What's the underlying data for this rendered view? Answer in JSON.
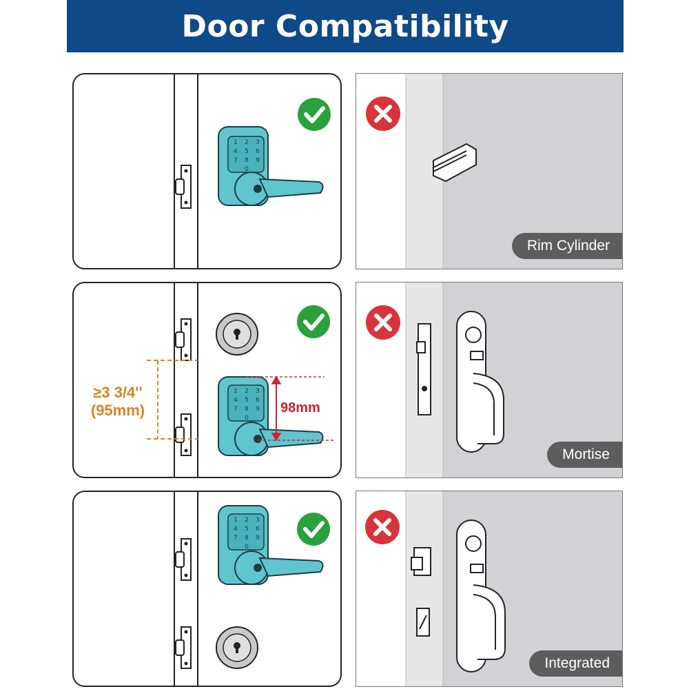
{
  "title": "Door Compatibility",
  "keypad_digits": [
    "1",
    "2",
    "3",
    "4",
    "5",
    "6",
    "7",
    "8",
    "9",
    "0"
  ],
  "compatible": [
    {
      "id": "single-lever",
      "status": "check"
    },
    {
      "id": "lever-with-deadbolt-above",
      "status": "check",
      "spacing_label": "≥3 3/4''",
      "spacing_metric": "(95mm)",
      "height_label": "98mm"
    },
    {
      "id": "lever-with-deadbolt-below",
      "status": "check"
    }
  ],
  "incompatible": [
    {
      "label": "Rim Cylinder",
      "status": "cross"
    },
    {
      "label": "Mortise",
      "status": "cross"
    },
    {
      "label": "Integrated",
      "status": "cross"
    }
  ],
  "colors": {
    "banner": "#0e4a87",
    "check": "#2aa13a",
    "cross": "#d9343e",
    "lock": "#5fc5cf",
    "dimension_orange": "#d98426",
    "dimension_red": "#d0202e",
    "label_pill": "#5d5d5d"
  }
}
